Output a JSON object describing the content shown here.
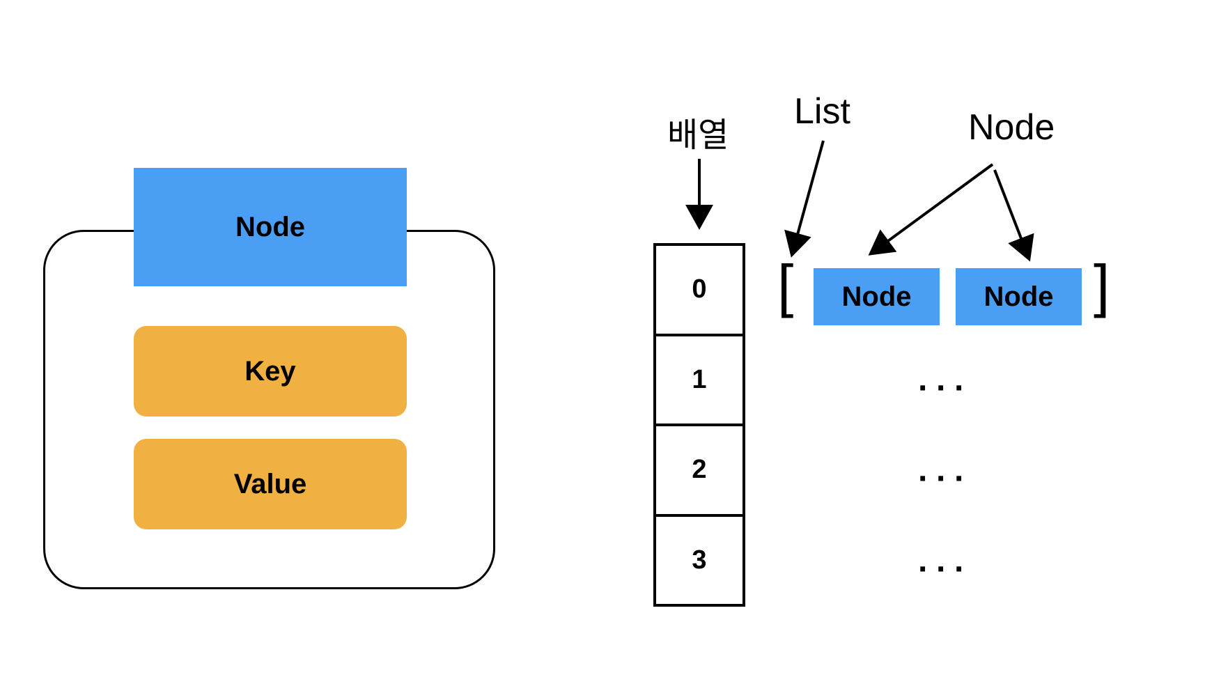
{
  "node_struct": {
    "header": "Node",
    "fields": [
      "Key",
      "Value"
    ]
  },
  "array": {
    "label": "배열",
    "indices": [
      "0",
      "1",
      "2",
      "3"
    ]
  },
  "list": {
    "label": "List",
    "node_label": "Node",
    "open_bracket": "[",
    "close_bracket": "]",
    "nodes": [
      "Node",
      "Node"
    ],
    "ellipses": [
      "···",
      "···",
      "···"
    ]
  },
  "colors": {
    "node_blue": "#4a9ff5",
    "field_orange": "#f0b042",
    "stroke": "#000000"
  }
}
